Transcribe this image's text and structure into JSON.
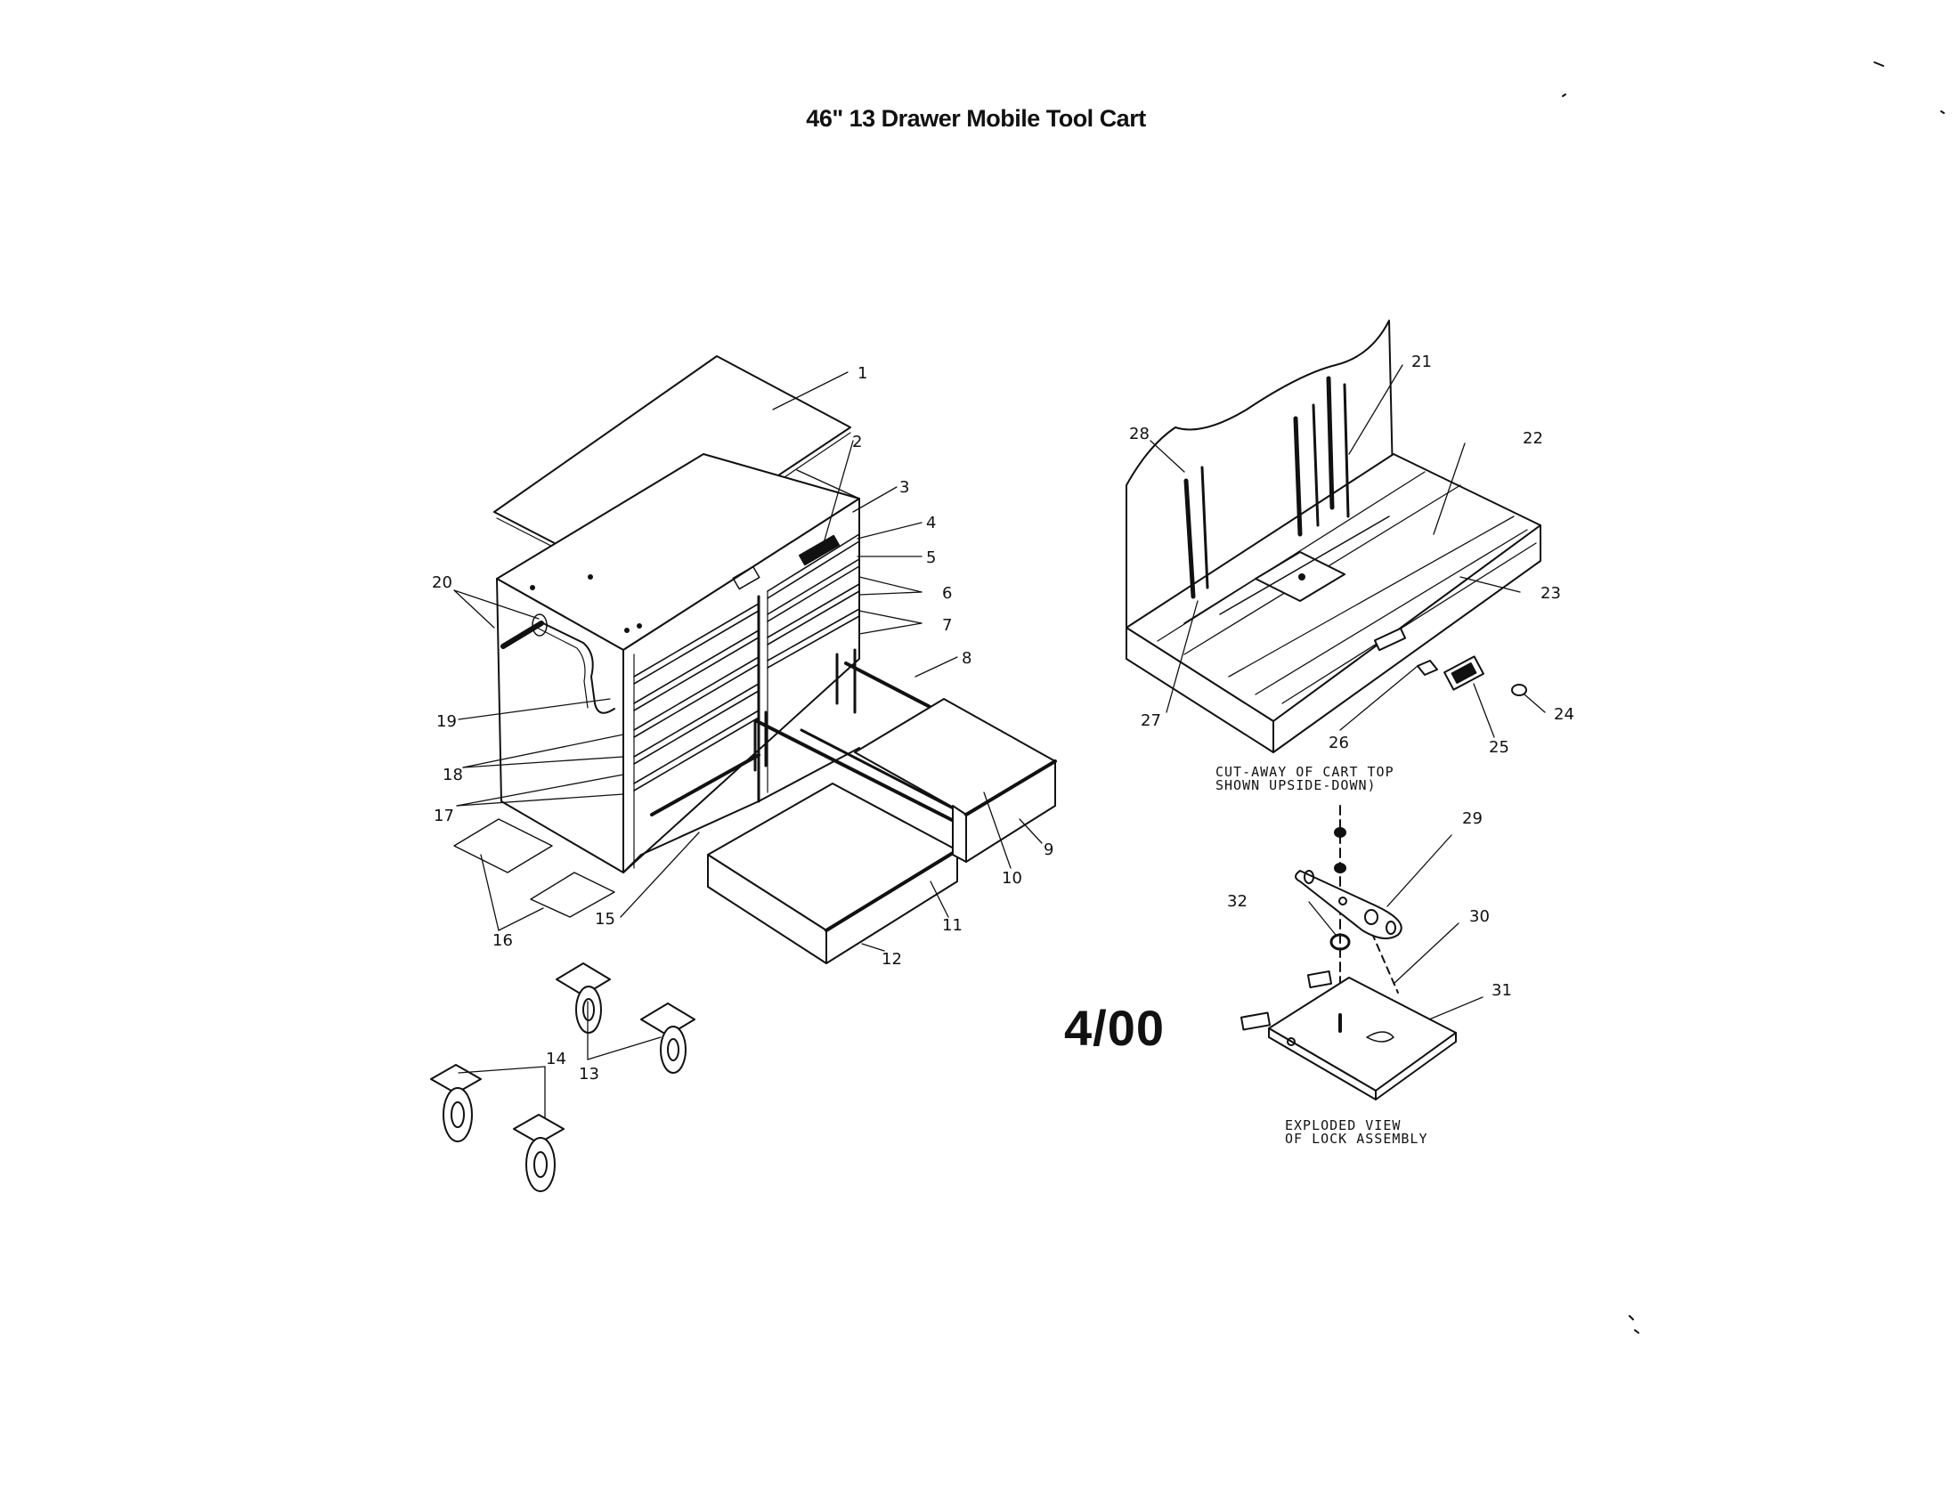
{
  "title": "46\" 13 Drawer Mobile Tool Cart",
  "date_stamp": "4/00",
  "captions": {
    "cutaway_line1": "CUT-AWAY OF CART TOP",
    "cutaway_line2": "SHOWN UPSIDE-DOWN)",
    "lock_line1": "EXPLODED VIEW",
    "lock_line2": "OF LOCK ASSEMBLY"
  },
  "callouts": [
    "1",
    "2",
    "3",
    "4",
    "5",
    "6",
    "7",
    "8",
    "9",
    "10",
    "11",
    "12",
    "13",
    "14",
    "15",
    "16",
    "17",
    "18",
    "19",
    "20",
    "21",
    "22",
    "23",
    "24",
    "25",
    "26",
    "27",
    "28",
    "29",
    "30",
    "31",
    "32"
  ],
  "colors": {
    "ink": "#111111",
    "paper": "#ffffff"
  }
}
